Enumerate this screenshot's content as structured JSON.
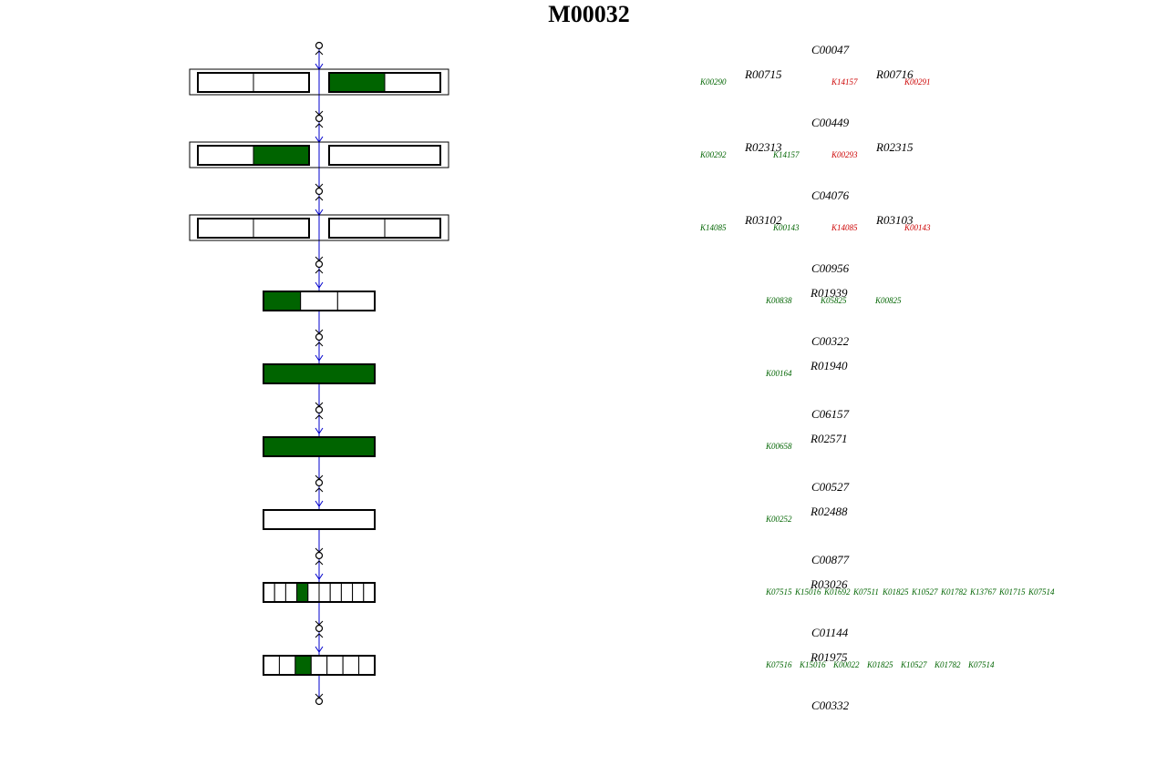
{
  "title": "M00032",
  "colors": {
    "filled": "#006400",
    "ko_green": "#006400",
    "ko_red": "#cc0000",
    "axis": "#0000cc"
  },
  "steps": [
    {
      "type": "pair",
      "left_cells": 2,
      "left_filled": [],
      "right_cells": 2,
      "right_filled": [
        0
      ]
    },
    {
      "type": "pair",
      "left_cells": 2,
      "left_filled": [
        1
      ],
      "right_cells": 1,
      "right_filled": []
    },
    {
      "type": "pair",
      "left_cells": 2,
      "left_filled": [],
      "right_cells": 2,
      "right_filled": []
    },
    {
      "type": "single",
      "cells": 3,
      "filled": [
        0
      ]
    },
    {
      "type": "single",
      "cells": 1,
      "filled": [
        0
      ]
    },
    {
      "type": "single",
      "cells": 1,
      "filled": [
        0
      ]
    },
    {
      "type": "single",
      "cells": 1,
      "filled": []
    },
    {
      "type": "single",
      "cells": 10,
      "filled": [
        3
      ]
    },
    {
      "type": "single",
      "cells": 7,
      "filled": [
        2
      ]
    }
  ],
  "compounds": [
    "C00047",
    "C00449",
    "C04076",
    "C00956",
    "C00322",
    "C06157",
    "C00527",
    "C00877",
    "C01144",
    "C00332"
  ],
  "reactions": [
    {
      "left": "R00715",
      "right": "R00716",
      "kos": [
        {
          "id": "K00290",
          "color": "green",
          "col": 0
        },
        {
          "id": "K14157",
          "color": "red",
          "col": 2
        },
        {
          "id": "K00291",
          "color": "red",
          "col": 3
        }
      ]
    },
    {
      "left": "R02313",
      "right": "R02315",
      "kos": [
        {
          "id": "K00292",
          "color": "green",
          "col": 0
        },
        {
          "id": "K14157",
          "color": "green",
          "col": 1
        },
        {
          "id": "K00293",
          "color": "red",
          "col": 2
        }
      ]
    },
    {
      "left": "R03102",
      "right": "R03103",
      "kos": [
        {
          "id": "K14085",
          "color": "green",
          "col": 0
        },
        {
          "id": "K00143",
          "color": "green",
          "col": 1
        },
        {
          "id": "K14085",
          "color": "red",
          "col": 2
        },
        {
          "id": "K00143",
          "color": "red",
          "col": 3
        }
      ]
    },
    {
      "center": "R01939",
      "kos": [
        {
          "id": "K00838",
          "color": "green"
        },
        {
          "id": "K05825",
          "color": "green"
        },
        {
          "id": "K00825",
          "color": "green"
        }
      ]
    },
    {
      "center": "R01940",
      "kos": [
        {
          "id": "K00164",
          "color": "green"
        }
      ]
    },
    {
      "center": "R02571",
      "kos": [
        {
          "id": "K00658",
          "color": "green"
        }
      ]
    },
    {
      "center": "R02488",
      "kos": [
        {
          "id": "K00252",
          "color": "green"
        }
      ]
    },
    {
      "center": "R03026",
      "kos": [
        {
          "id": "K07515",
          "color": "green"
        },
        {
          "id": "K15016",
          "color": "green"
        },
        {
          "id": "K01692",
          "color": "green"
        },
        {
          "id": "K07511",
          "color": "green"
        },
        {
          "id": "K01825",
          "color": "green"
        },
        {
          "id": "K10527",
          "color": "green"
        },
        {
          "id": "K01782",
          "color": "green"
        },
        {
          "id": "K13767",
          "color": "green"
        },
        {
          "id": "K01715",
          "color": "green"
        },
        {
          "id": "K07514",
          "color": "green"
        }
      ]
    },
    {
      "center": "R01975",
      "kos": [
        {
          "id": "K07516",
          "color": "green"
        },
        {
          "id": "K15016",
          "color": "green"
        },
        {
          "id": "K00022",
          "color": "green"
        },
        {
          "id": "K01825",
          "color": "green"
        },
        {
          "id": "K10527",
          "color": "green"
        },
        {
          "id": "K01782",
          "color": "green"
        },
        {
          "id": "K07514",
          "color": "green"
        }
      ]
    }
  ]
}
